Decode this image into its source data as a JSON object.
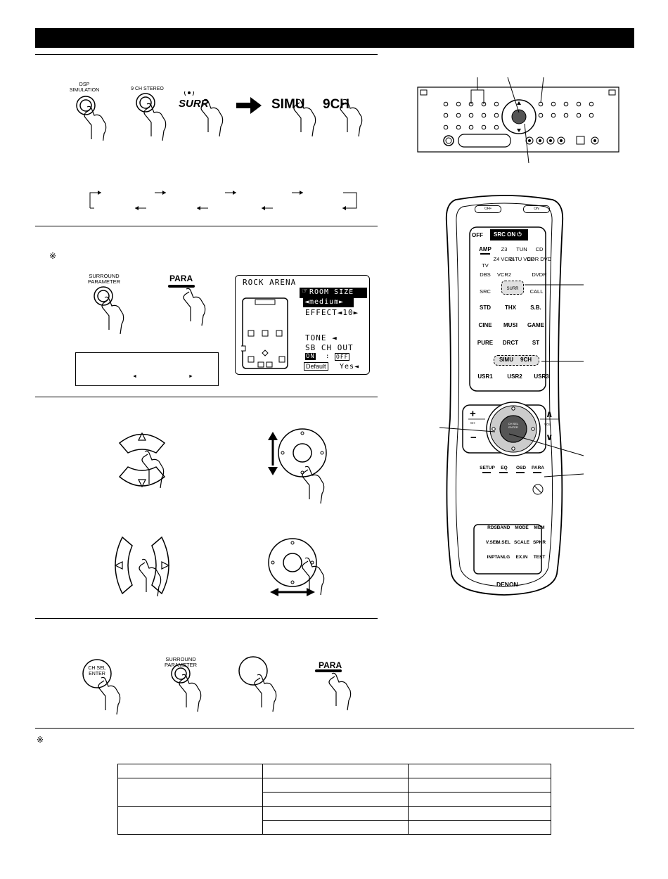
{
  "section1": {
    "dsp_sim_label": "DSP SIMULATION",
    "nine_ch_label": "9 CH STEREO",
    "surr_label": "SURR",
    "simu_label": "SIMU",
    "ninech_label": "9CH"
  },
  "section2": {
    "note_mark": "※",
    "surround_param_label": "SURROUND PARAMETER",
    "para_label": "PARA",
    "lcd_left_arrow": "◄",
    "lcd_right_arrow": "►",
    "osd": {
      "mode": "ROCK ARENA",
      "room_size_label": "ROOM SIZE",
      "room_size_value": "◄medium►",
      "effect_label": "EFFECT◄10►",
      "tone_label": "TONE ◄",
      "sb_label": "SB CH OUT",
      "on_label": "ON",
      "separator": ":",
      "off_label": "OFF",
      "default_label": "Default",
      "yes_label": "Yes◄"
    }
  },
  "section4": {
    "ch_sel_enter": "CH SEL ENTER",
    "surround_param_label": "SURROUND PARAMETER",
    "para_label": "PARA"
  },
  "footnote": {
    "mark": "※"
  },
  "remote": {
    "off_btn": "OFF",
    "on_btn": "ON",
    "tab_off": "OFF",
    "tab_src_on": "SRC ON ⏻",
    "row1": [
      "AMP",
      "Z3",
      "TUN",
      "CD"
    ],
    "row2": [
      "TV",
      "Z4 VCR1",
      "D-TU VDP",
      "CDR DVD"
    ],
    "row3": [
      "DBS",
      "VCR2",
      "",
      "DVDR"
    ],
    "src": "SRC",
    "surr": "SURR",
    "call": "CALL",
    "row4": [
      "STD",
      "THX",
      "S.B."
    ],
    "row5": [
      "CINE",
      "MUSI",
      "GAME"
    ],
    "row6": [
      "PURE",
      "DRCT",
      "ST"
    ],
    "simu": "SIMU",
    "ninech": "9CH",
    "usr": [
      "USR1",
      "USR2",
      "USR3"
    ],
    "ch_label": "CH",
    "vol_label": "VOL",
    "enter_label": "CH SEL ENTER",
    "func": [
      "SETUP",
      "EQ",
      "OSD",
      "PARA"
    ],
    "bottom1": [
      "RDS",
      "BAND",
      "MODE",
      "MEM"
    ],
    "bottom2": [
      "V.SEL",
      "M.SEL",
      "SCALE",
      "SPKR"
    ],
    "bottom3": [
      "INPT",
      "ANLG",
      "EX.IN",
      "TEST"
    ],
    "brand": "DENON"
  }
}
